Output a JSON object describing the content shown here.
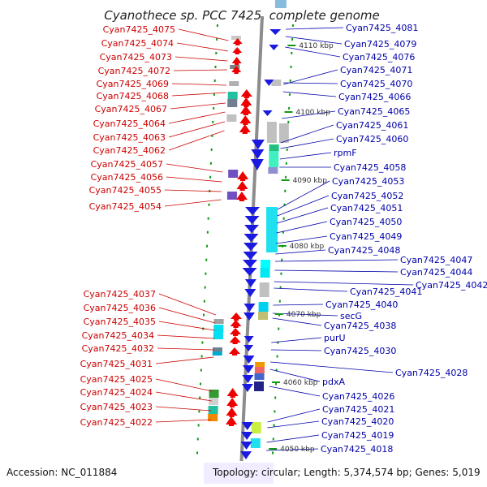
{
  "title": "Cyanothece sp. PCC 7425, complete genome",
  "footer": {
    "accession": "Accession: NC_011884",
    "summary": "Topology: circular; Length: 5,374,574 bp; Genes: 5,019"
  },
  "kbp_marks": [
    "4110 kbp",
    "4100 kbp",
    "4090 kbp",
    "4080 kbp",
    "4070 kbp",
    "4060 kbp",
    "4050 kbp"
  ],
  "left_labels": [
    "Cyan7425_4075",
    "Cyan7425_4074",
    "Cyan7425_4073",
    "Cyan7425_4072",
    "Cyan7425_4069",
    "Cyan7425_4068",
    "Cyan7425_4067",
    "Cyan7425_4064",
    "Cyan7425_4063",
    "Cyan7425_4062",
    "Cyan7425_4057",
    "Cyan7425_4056",
    "Cyan7425_4055",
    "Cyan7425_4054",
    "Cyan7425_4037",
    "Cyan7425_4036",
    "Cyan7425_4035",
    "Cyan7425_4034",
    "Cyan7425_4032",
    "Cyan7425_4031",
    "Cyan7425_4025",
    "Cyan7425_4024",
    "Cyan7425_4023",
    "Cyan7425_4022"
  ],
  "right_labels": [
    "Cyan7425_4081",
    "Cyan7425_4079",
    "Cyan7425_4076",
    "Cyan7425_4071",
    "Cyan7425_4070",
    "Cyan7425_4066",
    "Cyan7425_4065",
    "Cyan7425_4061",
    "Cyan7425_4060",
    "rpmF",
    "Cyan7425_4058",
    "Cyan7425_4053",
    "Cyan7425_4052",
    "Cyan7425_4051",
    "Cyan7425_4050",
    "Cyan7425_4049",
    "Cyan7425_4048",
    "Cyan7425_4047",
    "Cyan7425_4044",
    "Cyan7425_4042",
    "Cyan7425_4041",
    "Cyan7425_4040",
    "secG",
    "Cyan7425_4038",
    "purU",
    "Cyan7425_4030",
    "Cyan7425_4028",
    "pdxA",
    "Cyan7425_4026",
    "Cyan7425_4021",
    "Cyan7425_4020",
    "Cyan7425_4019",
    "Cyan7425_4018"
  ],
  "colors": {
    "forward_strand": "#ee0000",
    "reverse_strand": "#1a1ae0",
    "backbone": "#8c8c8c",
    "left_label": "#cc0000",
    "right_label": "#0000aa",
    "tick": "#119911"
  }
}
